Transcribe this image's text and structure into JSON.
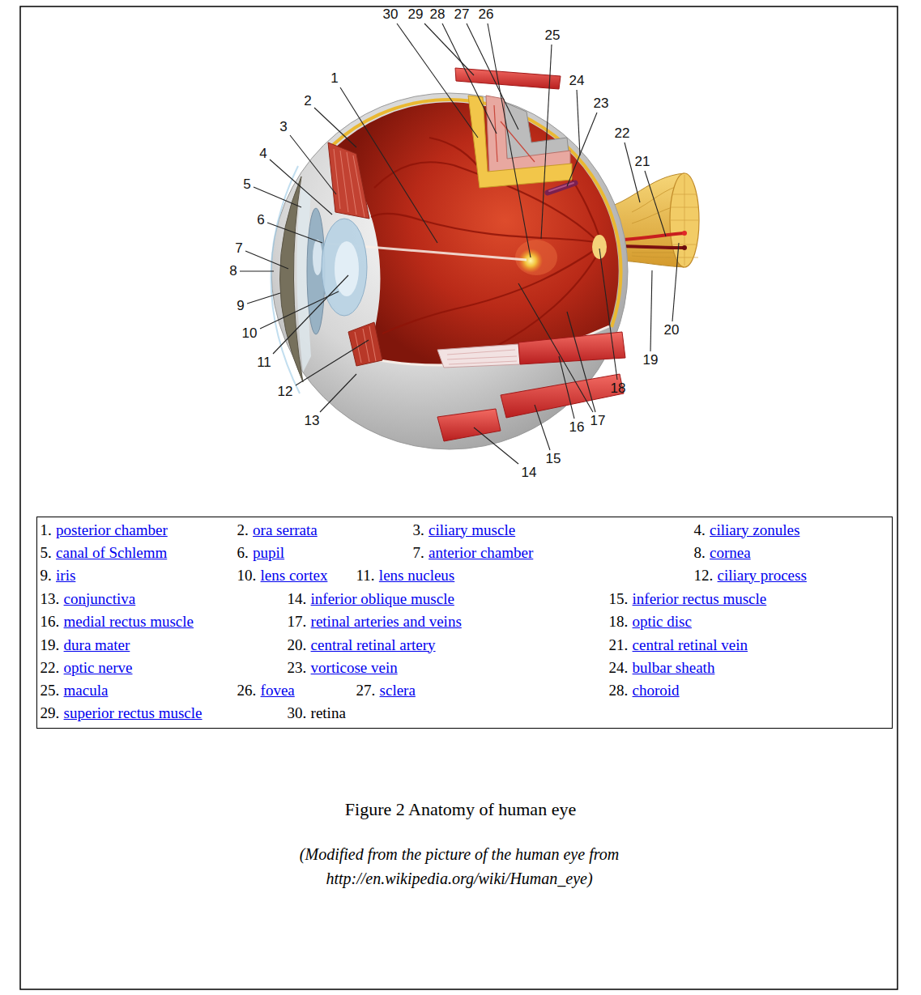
{
  "diagram": {
    "caption": "Figure 2 Anatomy of human eye",
    "nodes": [
      {
        "text": [
          "1.",
          "posterior chamber",
          "2.",
          "ora serrata",
          "3.",
          "ciliary muscle",
          "4.",
          "ciliary zonules",
          "5.",
          "canal of Schlemm",
          "6.",
          "pupil",
          "7.",
          "anterior chamber",
          "8.",
          "cornea",
          "9.",
          "iris",
          "10.",
          "lens cortex",
          "11.",
          "lens nucleus",
          "12.",
          "ciliary process",
          "13.",
          "conjunctiva",
          "14.",
          "inferior oblique muscle",
          "15.",
          "inferior rectus muscle",
          "16.",
          "medial rectus muscle",
          "17.",
          "retinal arteries and veins",
          "18.",
          "optic disc",
          "19.",
          "dura mater",
          "20.",
          "central retinal artery",
          "21.",
          "central retinal vein",
          "22.",
          "optic nerve",
          "23.",
          "vorticose vein",
          "24.",
          "bulbar sheath",
          "25.",
          "macula",
          "26.",
          "fovea",
          "27.",
          "sclera",
          "28.",
          "choroid",
          "29.",
          "superior rectus muscle",
          "30.",
          "retina"
        ]
      }
    ],
    "labels": [
      "1",
      "2",
      "3",
      "4",
      "5",
      "6",
      "7",
      "8",
      "9",
      "10",
      "11",
      "12",
      "13",
      "14",
      "15",
      "16",
      "17",
      "18",
      "19",
      "20",
      "21",
      "22",
      "23",
      "24",
      "25",
      "26",
      "27",
      "28",
      "29",
      "30",
      "(Modified from the picture of the human eye from http://en.wikipedia.org/wiki/Human_eye)"
    ]
  }
}
